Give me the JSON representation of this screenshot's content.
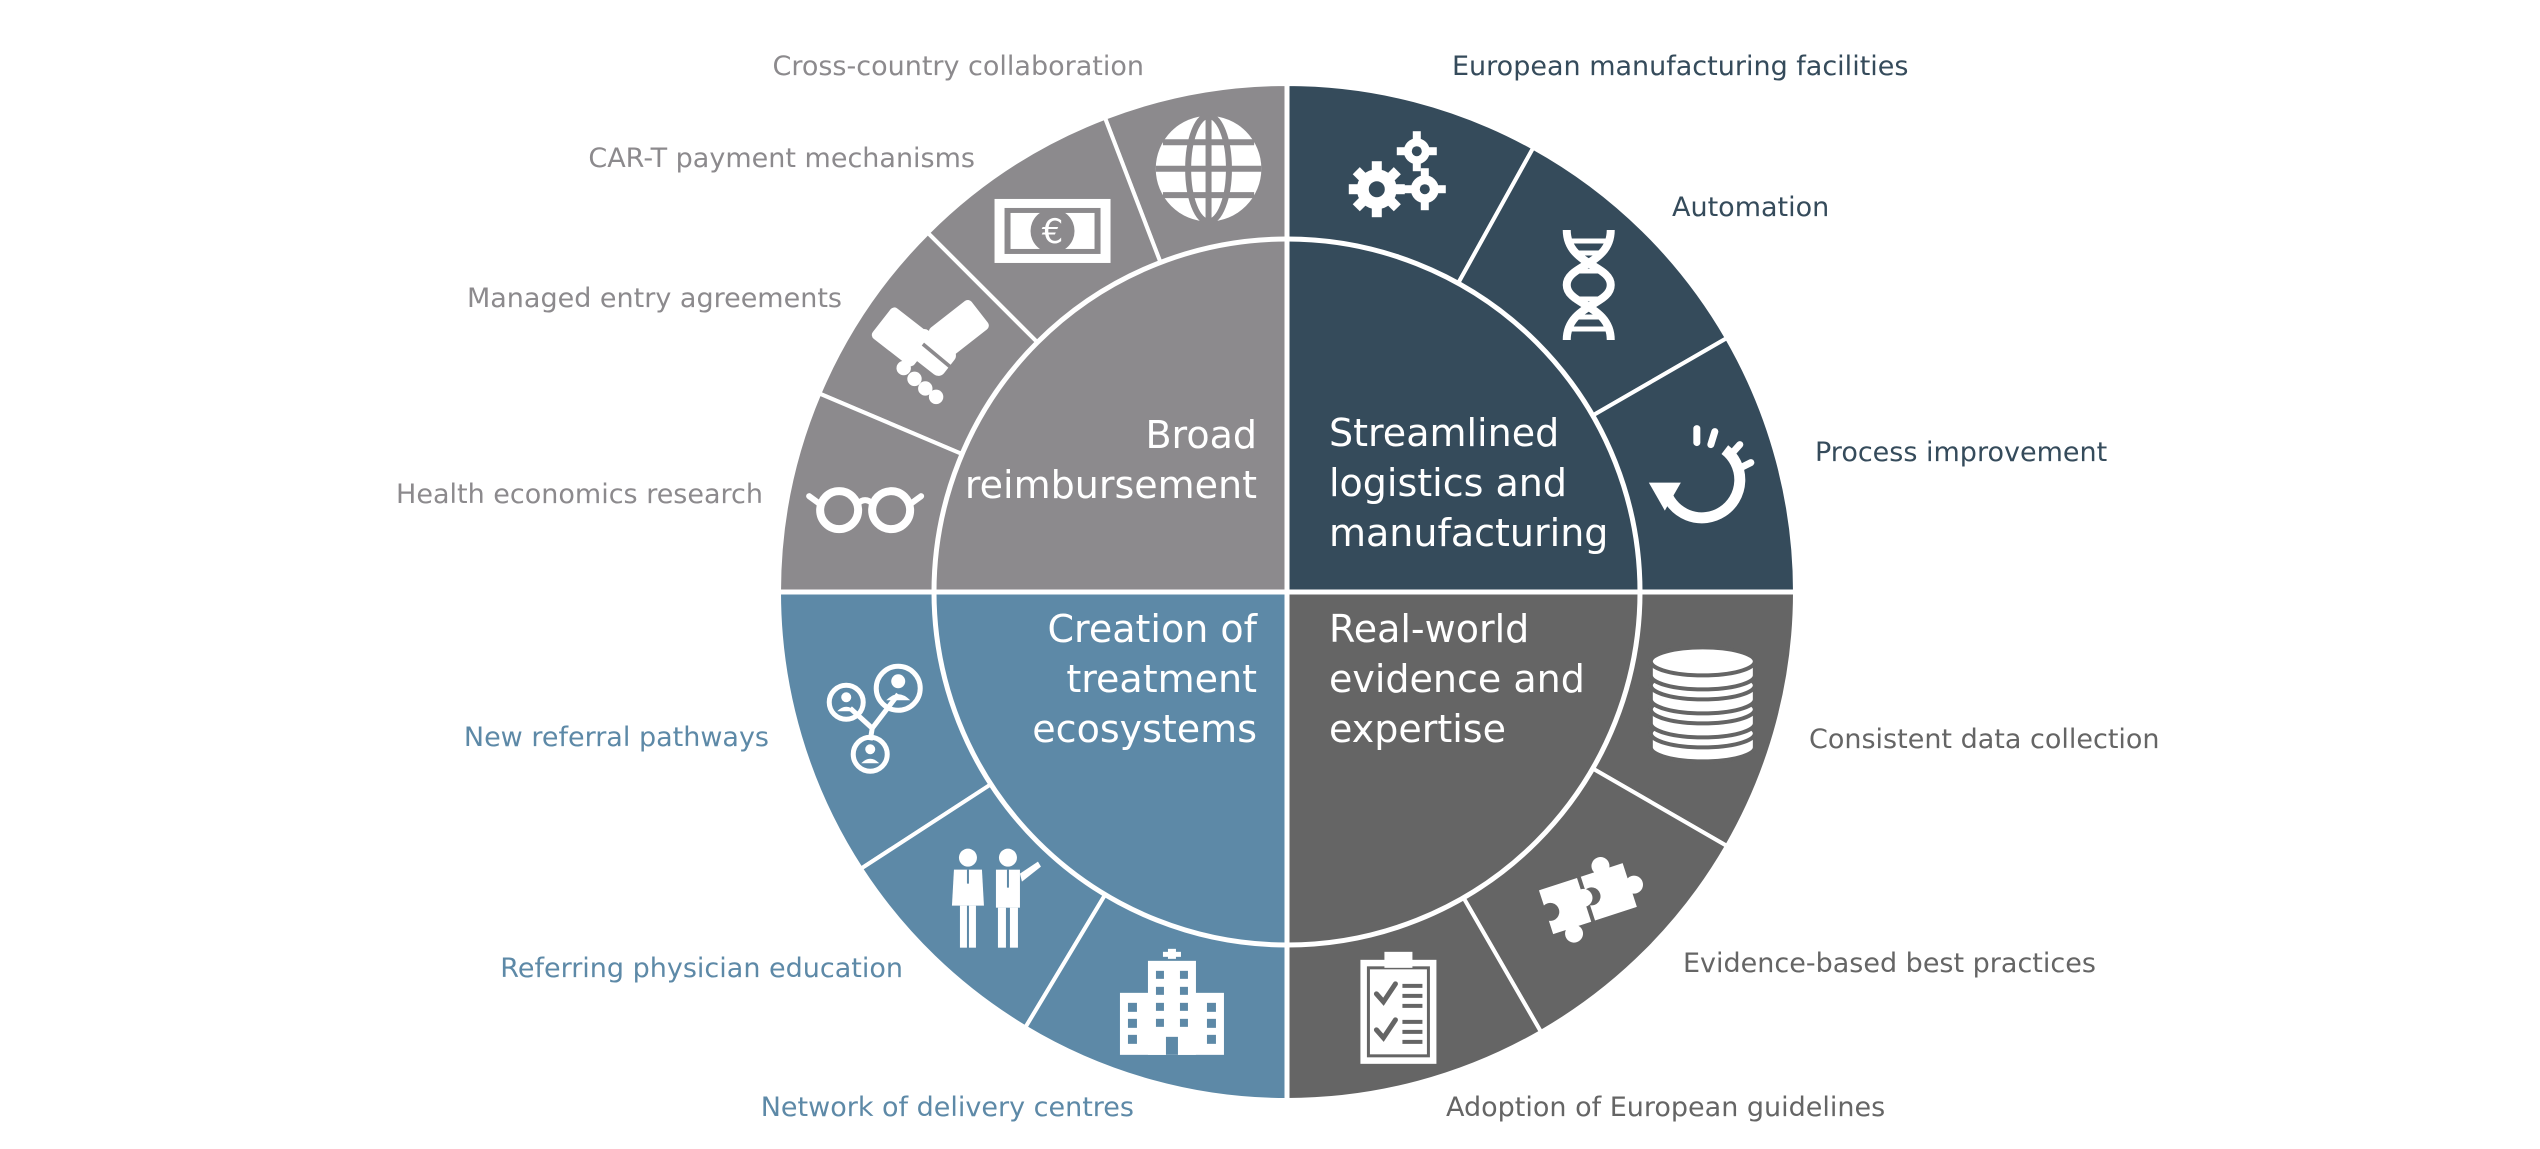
{
  "colors": {
    "reimbursement": "#8c8a8d",
    "logistics": "#354b5b",
    "ecosystems": "#5d89a7",
    "evidence": "#656565",
    "divider": "#ffffff"
  },
  "quadrants": [
    {
      "key": "reimbursement",
      "title_lines": [
        "Broad",
        "reimbursement"
      ],
      "segments": [
        {
          "label": "Cross-country collaboration",
          "icon": "globe-icon"
        },
        {
          "label": "CAR-T payment mechanisms",
          "icon": "euro-banknote-icon"
        },
        {
          "label": "Managed entry agreements",
          "icon": "handshake-icon"
        },
        {
          "label": "Health economics research",
          "icon": "glasses-icon"
        }
      ]
    },
    {
      "key": "logistics",
      "title_lines": [
        "Streamlined",
        "logistics and",
        "manufacturing"
      ],
      "segments": [
        {
          "label": "European manufacturing facilities",
          "icon": "gears-icon"
        },
        {
          "label": "Automation",
          "icon": "dna-icon"
        },
        {
          "label": "Process improvement",
          "icon": "refresh-cycle-icon"
        }
      ]
    },
    {
      "key": "ecosystems",
      "title_lines": [
        "Creation of",
        "treatment",
        "ecosystems"
      ],
      "segments": [
        {
          "label": "New referral pathways",
          "icon": "people-network-icon"
        },
        {
          "label": "Referring physician education",
          "icon": "physicians-icon"
        },
        {
          "label": "Network of delivery centres",
          "icon": "hospital-icon"
        }
      ]
    },
    {
      "key": "evidence",
      "title_lines": [
        "Real-world",
        "evidence and",
        "expertise"
      ],
      "segments": [
        {
          "label": "Consistent data collection",
          "icon": "database-icon"
        },
        {
          "label": "Evidence-based best practices",
          "icon": "puzzle-icon"
        },
        {
          "label": "Adoption of European guidelines",
          "icon": "clipboard-checklist-icon"
        }
      ]
    }
  ]
}
